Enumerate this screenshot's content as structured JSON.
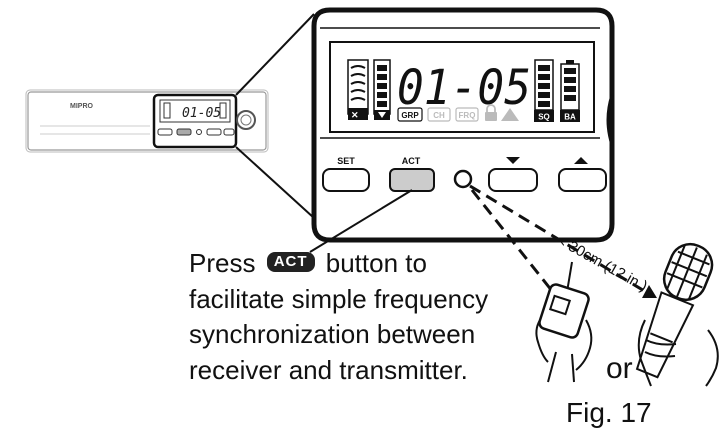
{
  "device": {
    "brand_logo": "MIPRO",
    "mini_display": "01-05"
  },
  "lcd": {
    "display_value": "01-05",
    "indicators": {
      "grp": "GRP",
      "ch": "CH",
      "frq": "FRQ",
      "sq": "SQ",
      "ba": "BA"
    }
  },
  "buttons": {
    "set": "SET",
    "act": "ACT"
  },
  "distance_label": "< 30cm (12 in.)",
  "caption": {
    "line1_before": "Press",
    "act_badge": "ACT",
    "line1_after": "button to",
    "line2": "facilitate simple frequency",
    "line3": "synchronization between",
    "line4": "receiver and transmitter."
  },
  "or_label": "or",
  "figure_label": "Fig. 17"
}
